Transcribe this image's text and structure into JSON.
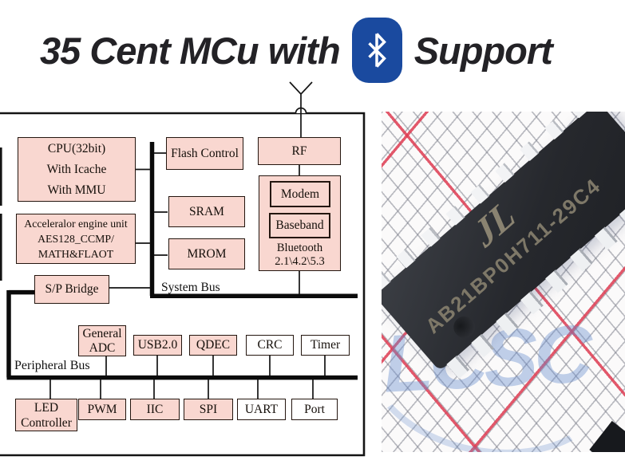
{
  "header": {
    "title_prefix": "35 Cent MCu with",
    "title_suffix": "Support",
    "bluetooth_icon": "bluetooth-logo"
  },
  "diagram": {
    "blocks": {
      "cpu": [
        "CPU(32bit)",
        "With Icache",
        "With MMU"
      ],
      "flash": "Flash Control",
      "rf": "RF",
      "modem": "Modem",
      "baseband": "Baseband",
      "bluetooth": [
        "Bluetooth",
        "2.1\\4.2\\5.3"
      ],
      "sram": "SRAM",
      "mrom": "MROM",
      "accelerator": [
        "Acceleralor engine unit",
        "AES128_CCMP/",
        "MATH&FLAOT"
      ],
      "sp_bridge": "S/P Bridge",
      "general_adc": [
        "General",
        "ADC"
      ],
      "usb": "USB2.0",
      "qdec": "QDEC",
      "crc": "CRC",
      "timer": "Timer",
      "led_controller": [
        "LED",
        "Controller"
      ],
      "pwm": "PWM",
      "iic": "IIC",
      "spi": "SPI",
      "uart": "UART",
      "port": "Port"
    },
    "bus_labels": {
      "system": "System Bus",
      "peripheral": "Peripheral Bus"
    }
  },
  "photo": {
    "chip_logo": "JL",
    "chip_part_number": "AB21BP0H711-29C4",
    "watermark": "LCSC"
  },
  "colors": {
    "block_fill_pink": "#f9d7d0",
    "block_border": "#24160f",
    "bluetooth_blue": "#1a4a9f",
    "grid_red": "#de3c52",
    "grid_gray": "#787b87",
    "chip_body": "#26282d",
    "chip_marking": "#7e7868",
    "watermark_blue": "#668ccc"
  }
}
